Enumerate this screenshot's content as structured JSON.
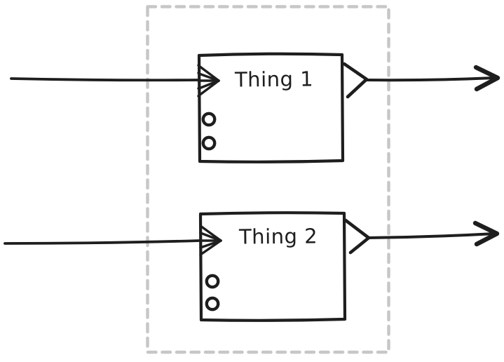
{
  "diagram": {
    "background": "#ffffff",
    "stroke_color": "#1e1e1e",
    "boundary": {
      "style": "dashed",
      "color": "#c7c7c7"
    },
    "nodes": [
      {
        "id": "thing-1",
        "label": "Thing 1",
        "port_circles": 2,
        "inputs": 1,
        "outputs": 1
      },
      {
        "id": "thing-2",
        "label": "Thing 2",
        "port_circles": 2,
        "inputs": 1,
        "outputs": 1
      }
    ]
  }
}
